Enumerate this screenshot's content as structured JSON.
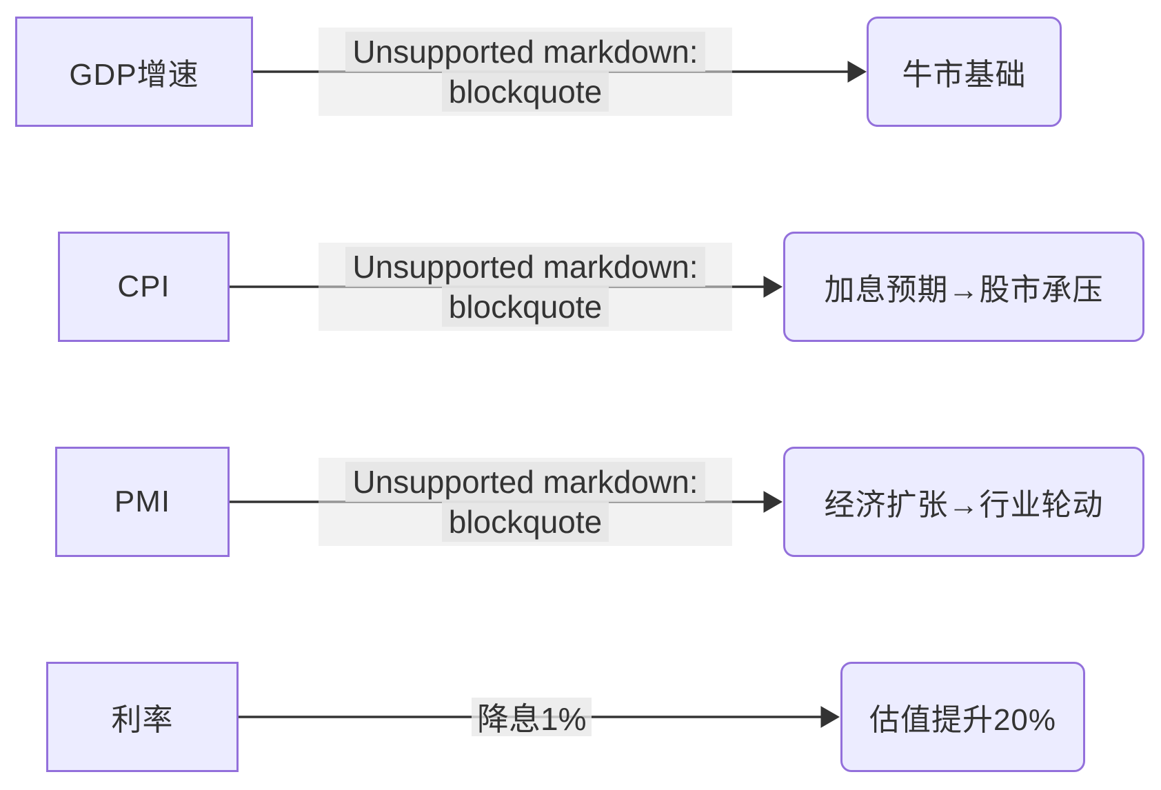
{
  "diagram": {
    "colors": {
      "node_fill": "#ECECFF",
      "node_border": "#9370DB",
      "edge": "#333333",
      "edge_label_bg": "#e8e8e8",
      "edge_label_outer_bg": "#f2f2f2",
      "text": "#333333",
      "background": "#ffffff"
    },
    "rows": [
      {
        "source": "GDP增速",
        "edge_label_lines": [
          "Unsupported markdown:",
          "blockquote"
        ],
        "target": "牛市基础"
      },
      {
        "source": "CPI",
        "edge_label_lines": [
          "Unsupported markdown:",
          "blockquote"
        ],
        "target": "加息预期→股市承压"
      },
      {
        "source": "PMI",
        "edge_label_lines": [
          "Unsupported markdown:",
          "blockquote"
        ],
        "target": "经济扩张→行业轮动"
      },
      {
        "source": "利率",
        "edge_label_lines": [
          "降息1%"
        ],
        "target": "估值提升20%"
      }
    ]
  }
}
